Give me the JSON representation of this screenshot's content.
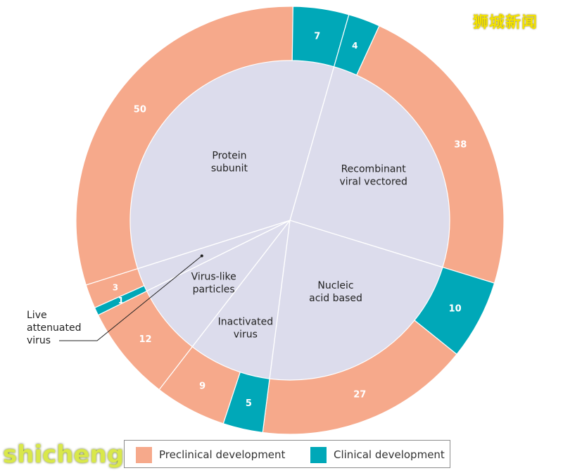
{
  "chart_data": {
    "type": "pie",
    "colors": {
      "preclinical": "#f6a98b",
      "clinical": "#00a8b8",
      "inner": "#dcdcec",
      "line": "#ffffff",
      "text": "#222222"
    },
    "categories": [
      {
        "label": "Protein subunit",
        "preclinical": 50,
        "clinical": 7
      },
      {
        "label": "Recombinant viral vectored",
        "preclinical": 38,
        "clinical": 4
      },
      {
        "label": "Nucleic acid based",
        "preclinical": 27,
        "clinical": 10
      },
      {
        "label": "Inactivated virus",
        "preclinical": 9,
        "clinical": 5
      },
      {
        "label": "Virus-like particles",
        "preclinical": 12,
        "clinical": 0
      },
      {
        "label": "Live attenuated virus",
        "preclinical": 3,
        "clinical": 1
      }
    ],
    "legend": [
      {
        "key": "preclinical",
        "label": "Preclinical development"
      },
      {
        "key": "clinical",
        "label": "Clinical development"
      }
    ]
  },
  "watermarks": {
    "top_right": "狮城新闻",
    "bottom_left": "shicheng.news"
  }
}
